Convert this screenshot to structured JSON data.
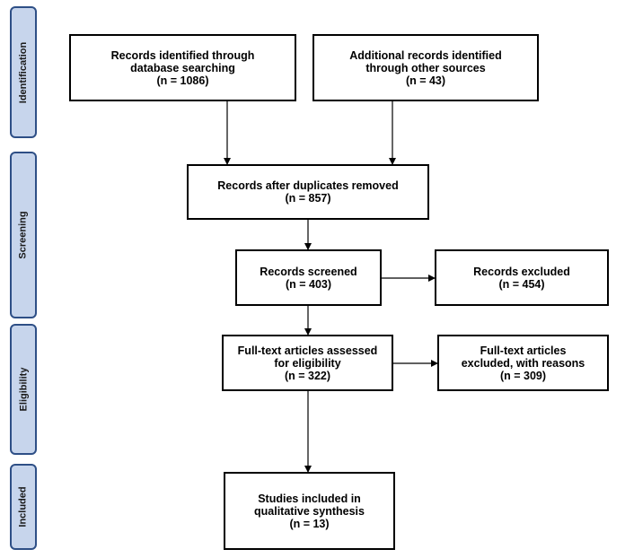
{
  "stages": [
    {
      "id": "identification",
      "label": "Identification"
    },
    {
      "id": "screening",
      "label": "Screening"
    },
    {
      "id": "eligibility",
      "label": "Eligibility"
    },
    {
      "id": "included",
      "label": "Included"
    }
  ],
  "boxes": {
    "database_records": {
      "lines": [
        "Records identified through",
        "database searching"
      ],
      "count": "(n = 1086)"
    },
    "other_records": {
      "lines": [
        "Additional records identified",
        "through other sources"
      ],
      "count": "(n = 43)"
    },
    "after_duplicates": {
      "lines": [
        "Records after duplicates removed"
      ],
      "count": "(n = 857)"
    },
    "screened": {
      "lines": [
        "Records screened"
      ],
      "count": "(n = 403)"
    },
    "excluded": {
      "lines": [
        "Records excluded"
      ],
      "count": "(n = 454)"
    },
    "fulltext_assessed": {
      "lines": [
        "Full-text articles assessed",
        "for eligibility"
      ],
      "count": "(n = 322)"
    },
    "fulltext_excluded": {
      "lines": [
        "Full-text articles",
        "excluded, with reasons"
      ],
      "count": "(n = 309)"
    },
    "included_studies": {
      "lines": [
        "Studies included in",
        "qualitative synthesis"
      ],
      "count": "(n = 13)"
    }
  }
}
